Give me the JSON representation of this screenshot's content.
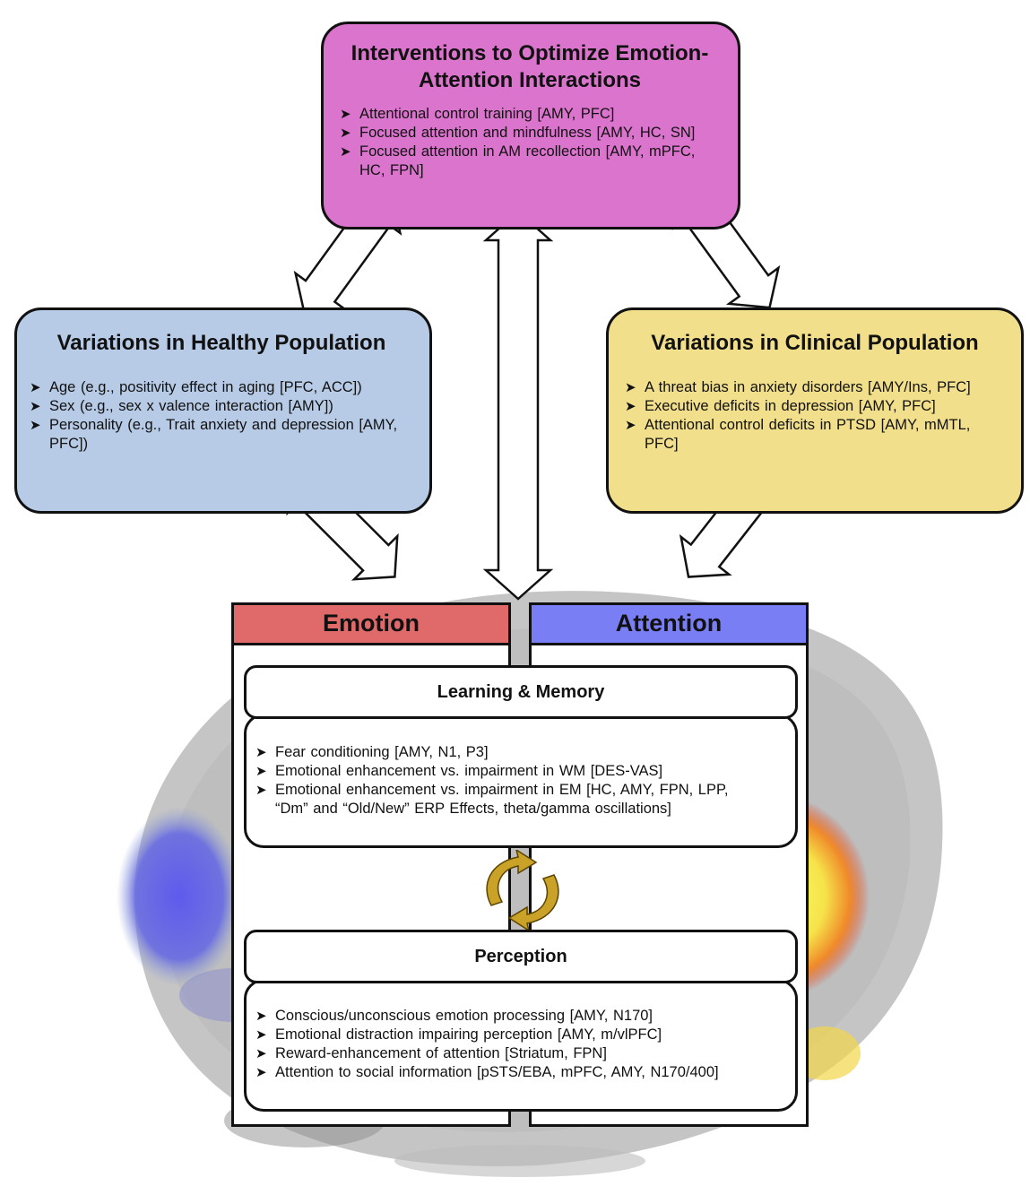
{
  "interventions": {
    "title_line1": "Interventions to Optimize Emotion-",
    "title_line2": "Attention Interactions",
    "items": [
      "Attentional  control training [AMY, PFC]",
      "Focused attention and mindfulness [AMY, HC, SN]",
      "Focused attention in AM recollection [AMY, mPFC,",
      "HC, FPN]"
    ]
  },
  "healthy": {
    "title": "Variations in Healthy Population",
    "items": [
      "Age (e.g., positivity effect in aging [PFC, ACC])",
      "Sex (e.g., sex x valence interaction [AMY])",
      "Personality (e.g., Trait anxiety and depression [AMY,",
      "PFC])"
    ]
  },
  "clinical": {
    "title": "Variations in Clinical Population",
    "items": [
      "A threat bias in anxiety disorders [AMY/Ins, PFC]",
      "Executive deficits in depression [AMY, PFC]",
      "Attentional control deficits in PTSD [AMY, mMTL,",
      "PFC]"
    ]
  },
  "columns": {
    "emotion": "Emotion",
    "attention": "Attention"
  },
  "learning_memory": {
    "title": "Learning & Memory",
    "items": [
      "Fear conditioning  [AMY, N1, P3]",
      "Emotional enhancement vs. impairment in WM [DES-VAS]",
      "Emotional enhancement vs. impairment in EM [HC, AMY, FPN, LPP,",
      "“Dm” and “Old/New” ERP Effects, theta/gamma oscillations]"
    ]
  },
  "perception": {
    "title": "Perception",
    "items": [
      "Conscious/unconscious emotion processing [AMY,  N170]",
      "Emotional distraction impairing perception [AMY, m/vlPFC]",
      "Reward-enhancement of attention  [Striatum, FPN]",
      "Attention to social information [pSTS/EBA, mPFC, AMY, N170/400]"
    ]
  },
  "colors": {
    "interventions": "#db74cd",
    "healthy": "#b8cbe6",
    "clinical": "#f1df8c",
    "emotion": "#e06a6a",
    "attention": "#7a7ef4",
    "cycle_arrows": "#c9a227"
  }
}
